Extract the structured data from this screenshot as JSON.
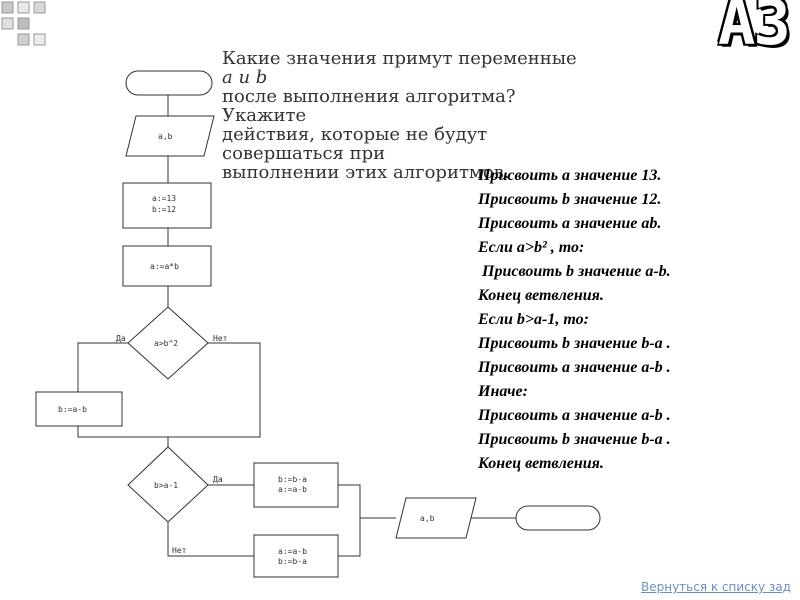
{
  "slide_number": "A3",
  "question": {
    "line1": "Какие значения примут переменные",
    "line2": "a и b",
    "line3": "после выполнения алгоритма? Укажите",
    "line4": "действия, которые не будут совершаться при",
    "line5": "выполнении этих алгоритмов."
  },
  "algorithm": [
    "Присвоить a значение 13.",
    "Присвоить b значение 12.",
    "Присвоить a значение ab.",
    "Если a>b² , то:",
    " Присвоить b значение a-b.",
    "Конец ветвления.",
    "Если b>a-1, то:",
    "Присвоить b значение b-a .",
    "Присвоить a значение a-b .",
    "Иначе:",
    "Присвоить a значение a-b .",
    "Присвоить b значение b-a .",
    "Конец ветвления."
  ],
  "flowchart": {
    "input_ab": "a,b",
    "assign1_line1": "a:=13",
    "assign1_line2": "b:=12",
    "assign2": "a:=a*b",
    "cond1": "a>b^2",
    "cond1_yes": "Да",
    "cond1_no": "Нет",
    "assign3": "b:=a-b",
    "cond2": "b>a-1",
    "cond2_yes": "Да",
    "cond2_no": "Нет",
    "branch_yes_line1": "b:=b-a",
    "branch_yes_line2": "a:=a-b",
    "branch_no_line1": "a:=a-b",
    "branch_no_line2": "b:=b-a",
    "output_ab": "a,b"
  },
  "back_link": "Вернуться к списку зад"
}
